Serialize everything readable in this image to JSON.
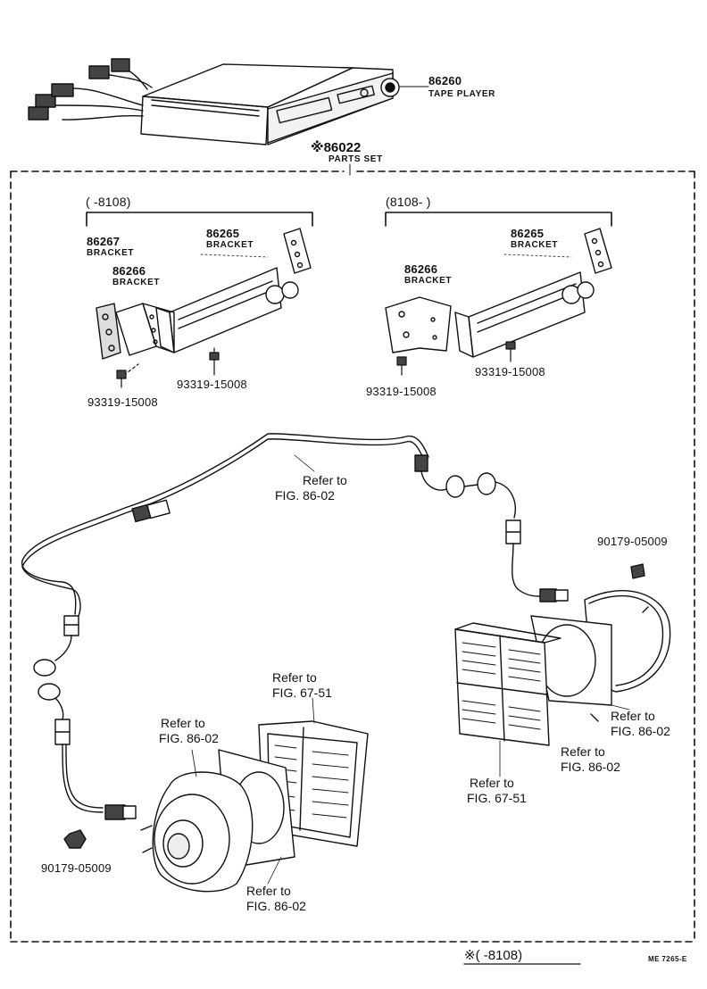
{
  "tape_player": {
    "part_no": "86260",
    "name": "TAPE PLAYER"
  },
  "parts_set": {
    "part_no": "※86022",
    "name": "PARTS SET"
  },
  "group_left": {
    "date_range": "(       -8108)",
    "bracket_86267": {
      "part_no": "86267",
      "name": "BRACKET"
    },
    "bracket_86266": {
      "part_no": "86266",
      "name": "BRACKET"
    },
    "bracket_86265": {
      "part_no": "86265",
      "name": "BRACKET"
    },
    "screw_a": "93319-15008",
    "screw_b": "93319-15008"
  },
  "group_right": {
    "date_range": "(8108-       )",
    "bracket_86265": {
      "part_no": "86265",
      "name": "BRACKET"
    },
    "bracket_86266": {
      "part_no": "86266",
      "name": "BRACKET"
    },
    "screw_a": "93319-15008",
    "screw_b": "93319-15008"
  },
  "refs": {
    "harness_refer": "Refer to",
    "harness_fig": "FIG. 86-02",
    "right_nut": "90179-05009",
    "right_speaker_refer": "Refer to",
    "right_speaker_fig": "FIG. 86-02",
    "right_bracket_refer": "Refer to",
    "right_bracket_fig": "FIG. 86-02",
    "right_grille_refer": "Refer to",
    "right_grille_fig": "FIG. 67-51",
    "left_grille_refer": "Refer to",
    "left_grille_fig": "FIG. 67-51",
    "left_speaker_refer": "Refer to",
    "left_speaker_fig": "FIG. 86-02",
    "left_bracket_refer": "Refer to",
    "left_bracket_fig": "FIG. 86-02",
    "left_nut": "90179-05009"
  },
  "footer": {
    "note": "※(      -8108)",
    "code": "ME  7265-E"
  }
}
